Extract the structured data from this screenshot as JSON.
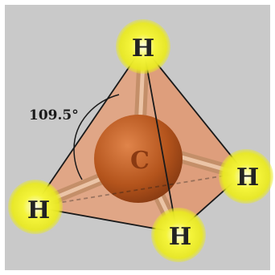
{
  "diagram": {
    "angle_label": "109.5°",
    "center_atom": "C",
    "atoms": [
      {
        "id": "top",
        "label": "H"
      },
      {
        "id": "left",
        "label": "H"
      },
      {
        "id": "right",
        "label": "H"
      },
      {
        "id": "bottom",
        "label": "H"
      }
    ]
  },
  "colors": {
    "background": "#c9c9c9",
    "tetrahedron_fill": "#e4a07a",
    "carbon": "#b4541c",
    "hydrogen_glow": "#f2f22a",
    "bond": "#cf9a72",
    "text": "#222222"
  }
}
